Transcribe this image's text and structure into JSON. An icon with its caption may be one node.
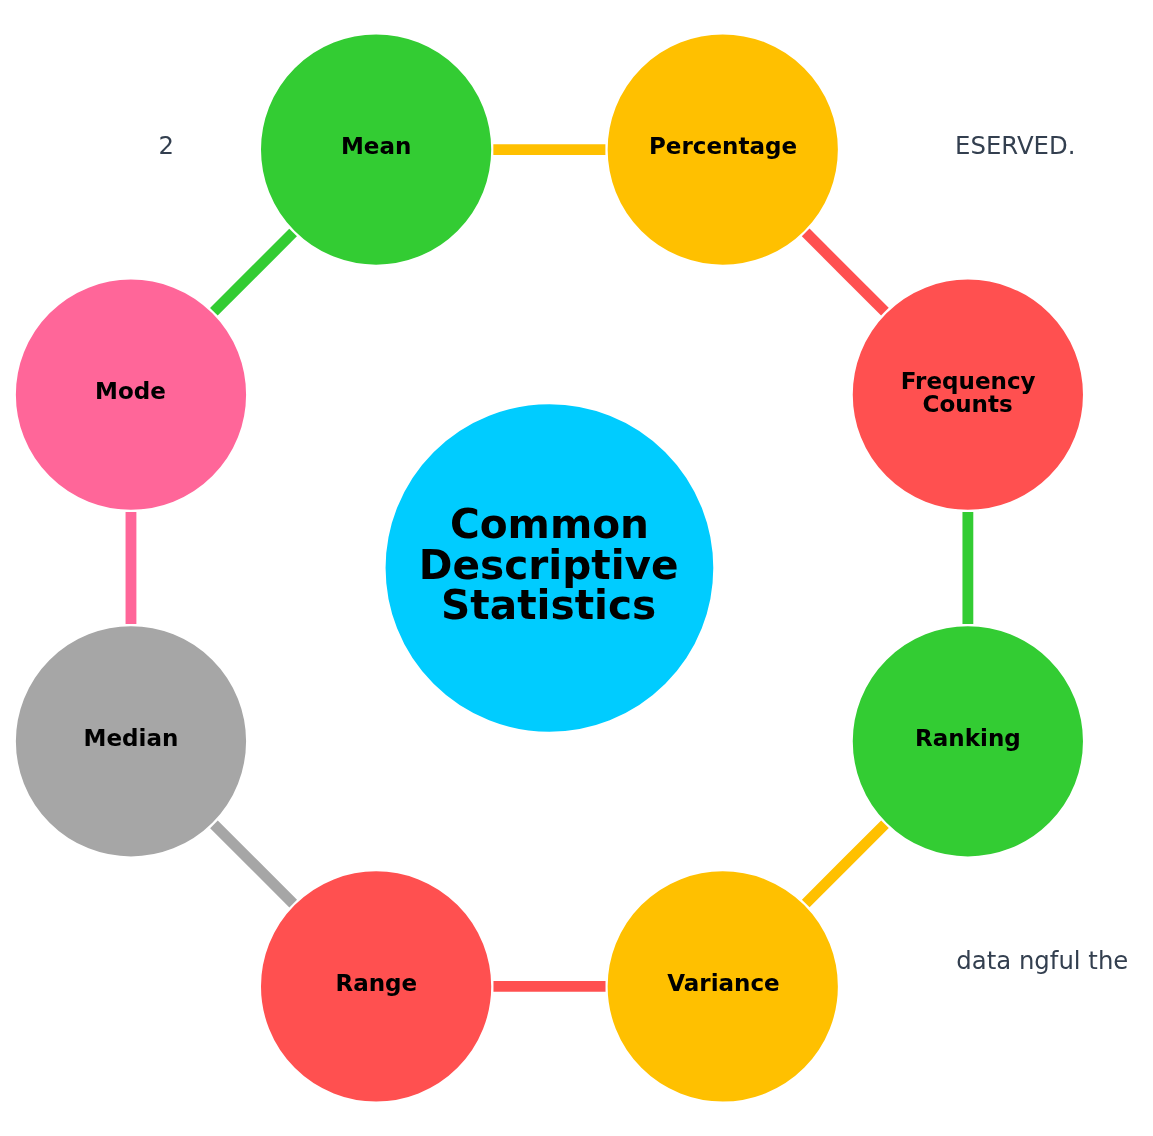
{
  "diagram": {
    "nodes": [
      {
        "text": [
          "Common Descriptive Statistics"
        ]
      },
      {
        "text": [
          "Frequency Counts"
        ]
      },
      {
        "text": [
          "Percentage"
        ]
      },
      {
        "text": [
          "Mean"
        ]
      },
      {
        "text": [
          "Mode"
        ]
      },
      {
        "text": [
          "Median"
        ]
      },
      {
        "text": [
          "Range"
        ]
      },
      {
        "text": [
          "Variance"
        ]
      },
      {
        "text": [
          "Ranking"
        ]
      }
    ],
    "edges": [
      {
        "from": 1,
        "to": 2,
        "arrow": "none",
        "color": "#ff5050"
      },
      {
        "from": 2,
        "to": 3,
        "arrow": "none",
        "color": "#ffc000"
      },
      {
        "from": 3,
        "to": 4,
        "arrow": "none",
        "color": "#33cc33"
      },
      {
        "from": 4,
        "to": 5,
        "arrow": "none",
        "color": "#ff6699"
      },
      {
        "from": 5,
        "to": 6,
        "arrow": "none",
        "color": "#a6a6a6"
      },
      {
        "from": 6,
        "to": 7,
        "arrow": "none",
        "color": "#ff5050"
      },
      {
        "from": 7,
        "to": 8,
        "arrow": "none",
        "color": "#ffc000"
      },
      {
        "from": 8,
        "to": 1,
        "arrow": "none",
        "color": "#33cc33"
      }
    ],
    "labels": [
      "data ngful the",
      "ESERVED.",
      "2"
    ]
  }
}
